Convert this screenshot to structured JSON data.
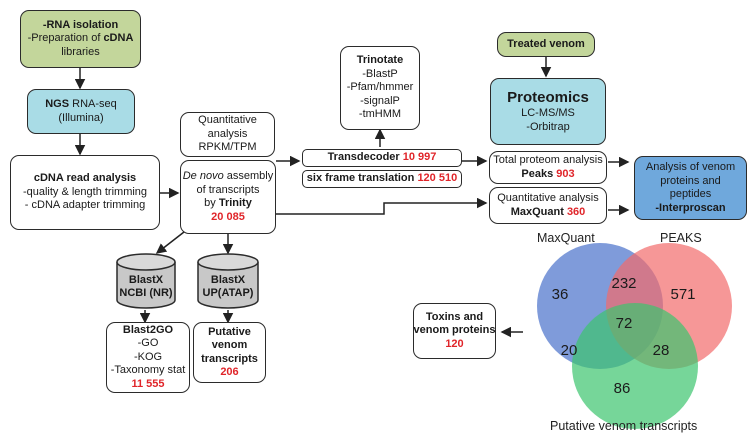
{
  "rna_box": {
    "line1": "-RNA isolation",
    "line2_prefix": "-Preparation of ",
    "line2_bold": "cDNA",
    "line3": "libraries"
  },
  "ngs_box": {
    "bold": "NGS",
    "text": " RNA-seq",
    "line2": "(Illumina)"
  },
  "cdna_box": {
    "title": "cDNA read analysis",
    "line2": "-quality & length trimming",
    "line3": "- cDNA adapter trimming"
  },
  "quant_box": {
    "line1": "Quantitative",
    "line2": "analysis",
    "line3": "RPKM/TPM"
  },
  "denovo_box": {
    "italic": "De novo",
    "line1_rest": " assembly",
    "line2": "of transcripts",
    "line3_prefix": "by ",
    "line3_bold": "Trinity",
    "count": "20 085"
  },
  "trinotate_box": {
    "title": "Trinotate",
    "items": [
      "-BlastP",
      "-Pfam/hmmer",
      "-signalP",
      "-tmHMM"
    ]
  },
  "transdecoder_box": {
    "label": "Transdecoder ",
    "count": "10 997"
  },
  "sixframe_box": {
    "label": "six frame translation ",
    "count": "120 510"
  },
  "treated_box": {
    "label": "Treated venom"
  },
  "proteomics_box": {
    "title": "Proteomics",
    "line2": "LC-MS/MS",
    "line3": "-Orbitrap"
  },
  "total_box": {
    "line1": "Total proteom analysis",
    "bold": "Peaks ",
    "count": "903"
  },
  "quantitative_box": {
    "line1": "Quantitative analysis",
    "bold": "MaxQuant ",
    "count": "360"
  },
  "analysis_box": {
    "line1": "Analysis of venom",
    "line2": "proteins and",
    "line3": "peptides",
    "line4": "-Interproscan"
  },
  "blastx_nr": {
    "line1": "BlastX",
    "line2": "NCBI (NR)"
  },
  "blastx_up": {
    "line1": "BlastX",
    "line2": "UP(ATAP)"
  },
  "blast2go_box": {
    "title": "Blast2GO",
    "items": [
      "-GO",
      "-KOG",
      "-Taxonomy stat"
    ],
    "count": "11 555"
  },
  "putative_box": {
    "line1": "Putative",
    "line2": "venom",
    "line3": "transcripts",
    "count": "206"
  },
  "toxins_box": {
    "line1": "Toxins and",
    "line2": "venom proteins",
    "count": "120"
  },
  "venn": {
    "labels": {
      "maxquant": "MaxQuant",
      "peaks": "PEAKS",
      "putative": "Putative venom transcripts"
    },
    "values": {
      "maxquant_only": "36",
      "peaks_only": "571",
      "putative_only": "86",
      "maxquant_peaks": "232",
      "maxquant_putative": "20",
      "peaks_putative": "28",
      "all_three": "72"
    },
    "colors": {
      "maxquant": "#5b7fd0",
      "peaks": "#f26b6b",
      "putative": "#3cc46e"
    }
  }
}
